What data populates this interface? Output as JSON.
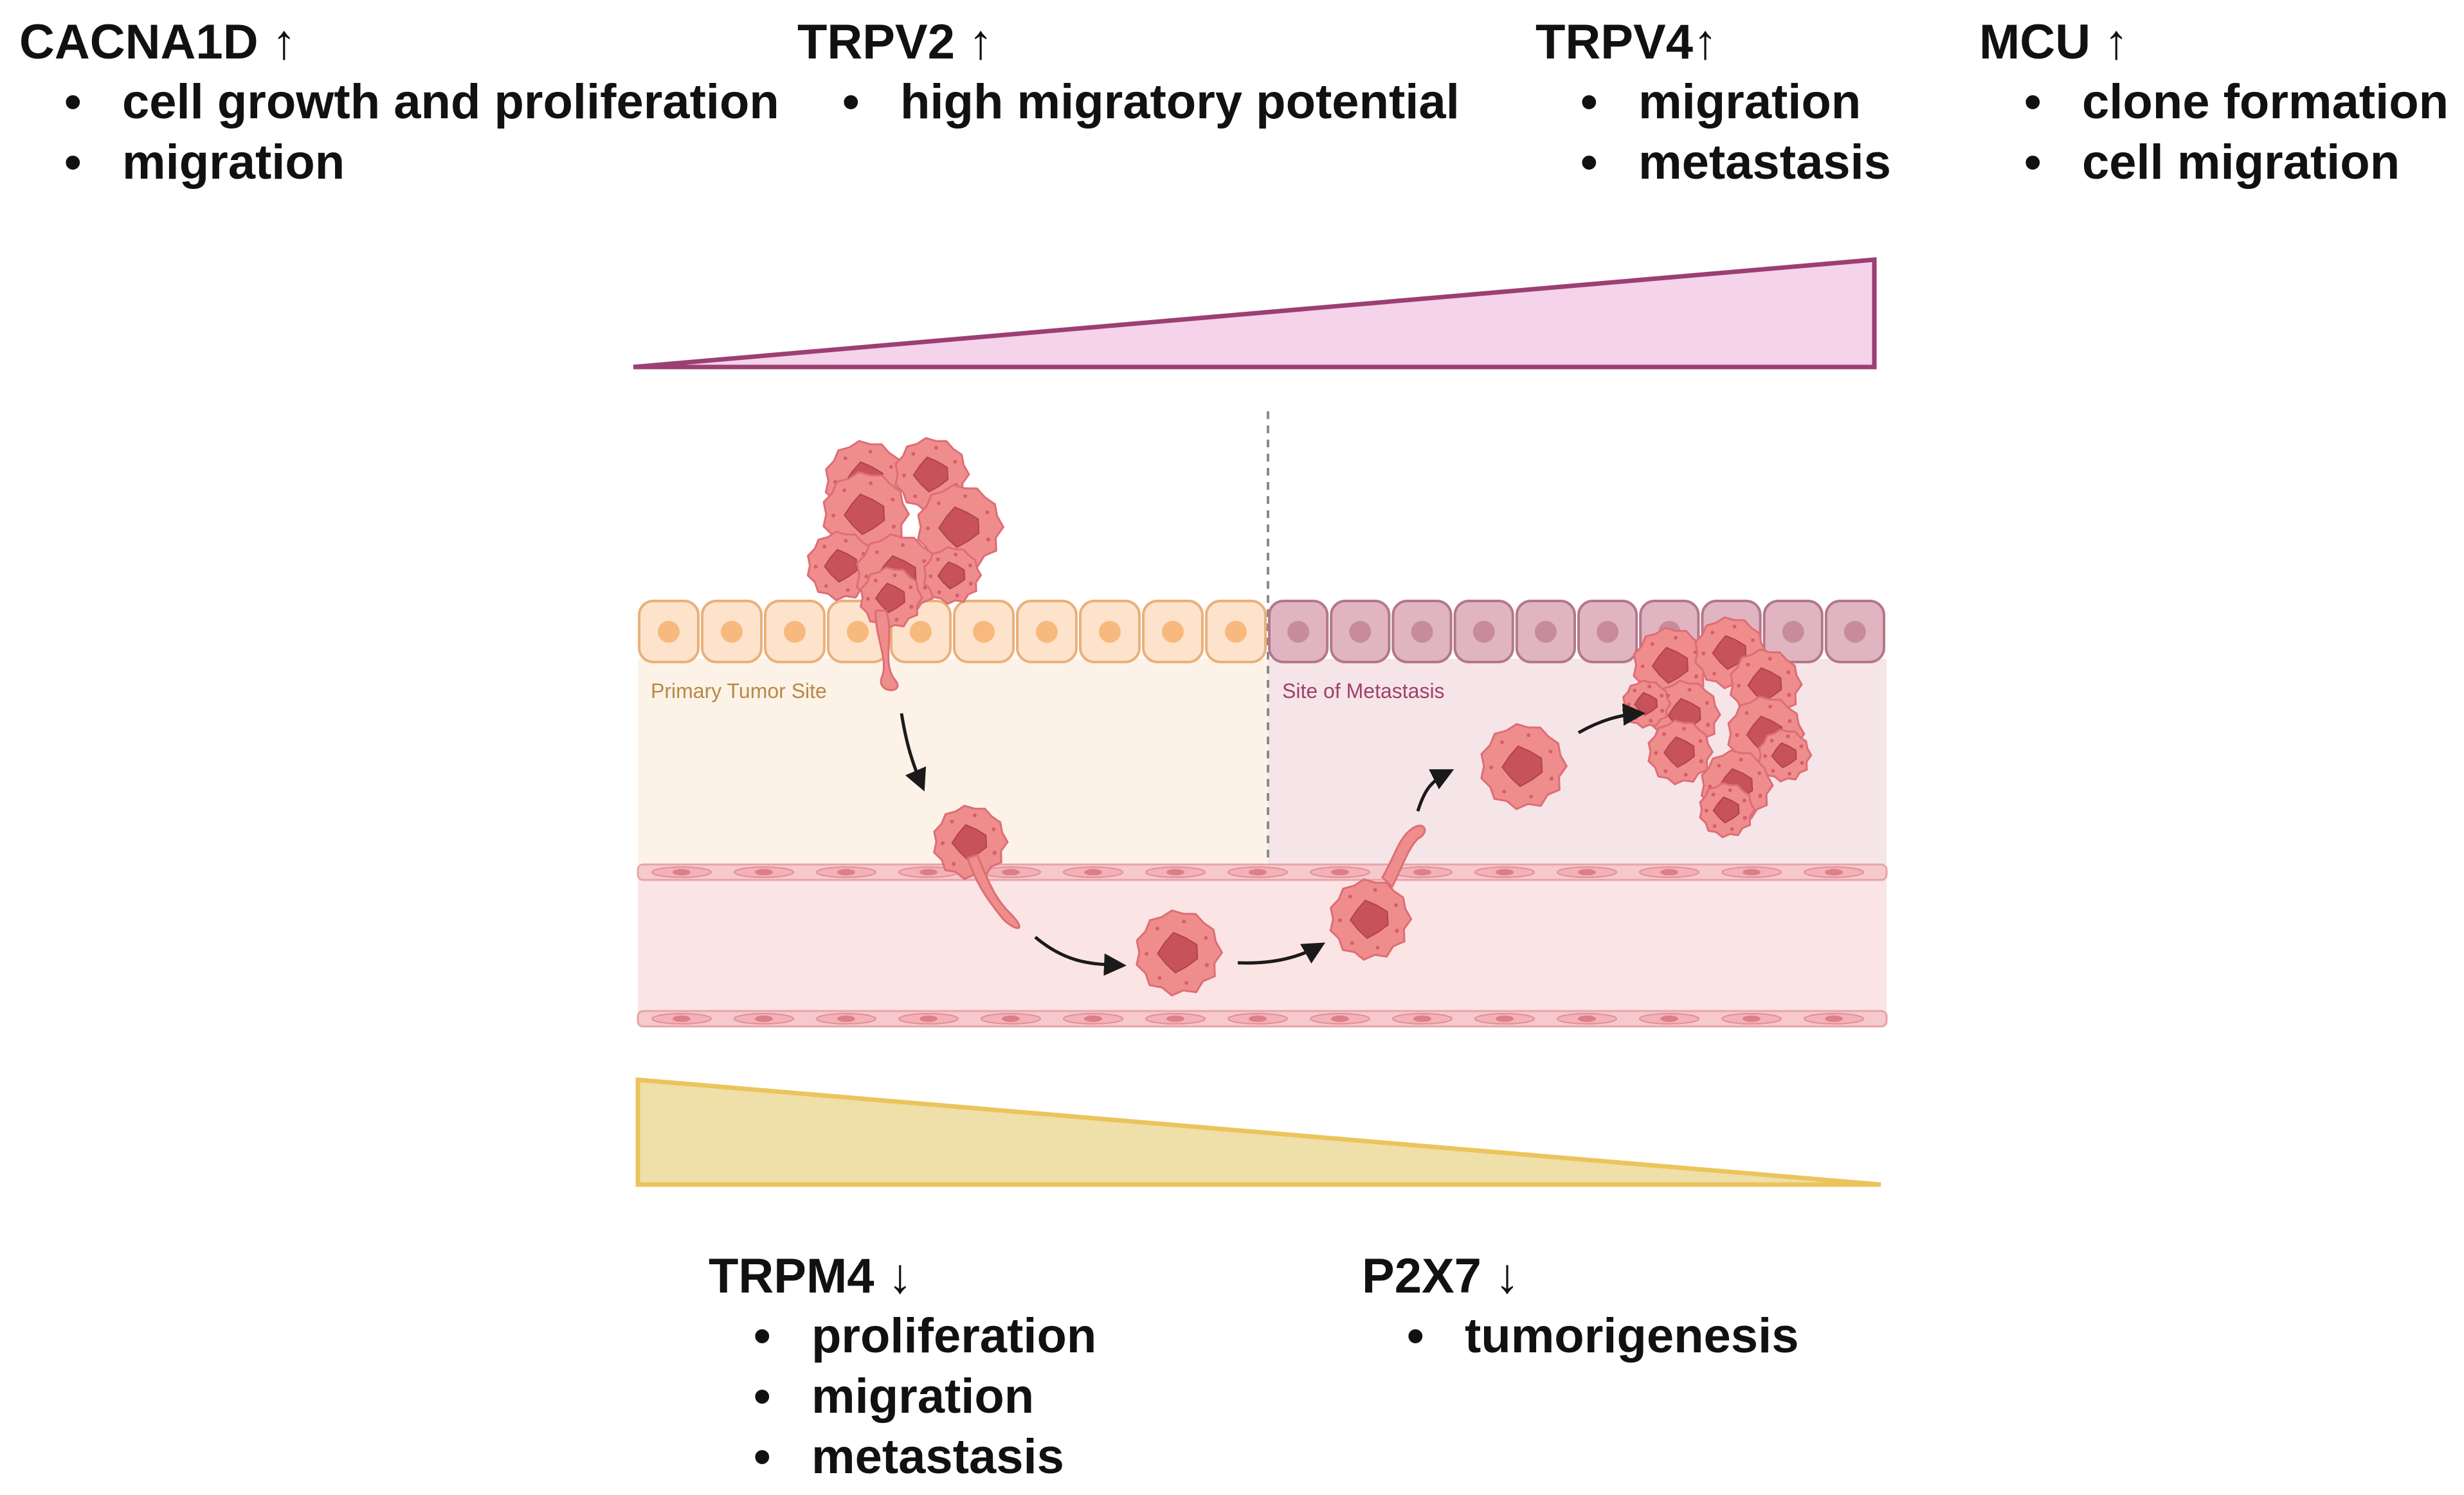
{
  "upregulated": [
    {
      "gene": "CACNA1D ↑",
      "effects": [
        "cell growth and proliferation",
        "migration"
      ]
    },
    {
      "gene": "TRPV2 ↑",
      "effects": [
        "high migratory potential"
      ]
    },
    {
      "gene": "TRPV4↑",
      "effects": [
        "migration",
        "metastasis"
      ]
    },
    {
      "gene": "MCU ↑",
      "effects": [
        "clone formation",
        "cell migration"
      ]
    }
  ],
  "downregulated": [
    {
      "gene": "TRPM4 ↓",
      "effects": [
        "proliferation",
        "migration",
        "metastasis"
      ]
    },
    {
      "gene": "P2X7 ↓",
      "effects": [
        "tumorigenesis"
      ]
    }
  ],
  "diagram": {
    "primary_site_label": "Primary Tumor Site",
    "metastasis_site_label": "Site of Metastasis"
  },
  "colors": {
    "increase_wedge_fill": "#f5d3ea",
    "increase_wedge_stroke": "#9c3f72",
    "decrease_wedge_fill": "#efdfa9",
    "decrease_wedge_stroke": "#ecc45c",
    "primary_tissue": "#fdf2e8",
    "metastasis_tissue": "#f6e5e8",
    "vessel": "#fbe4e4",
    "tumor_cell": "#ef8d8d",
    "tumor_nucleus": "#c8525a"
  }
}
